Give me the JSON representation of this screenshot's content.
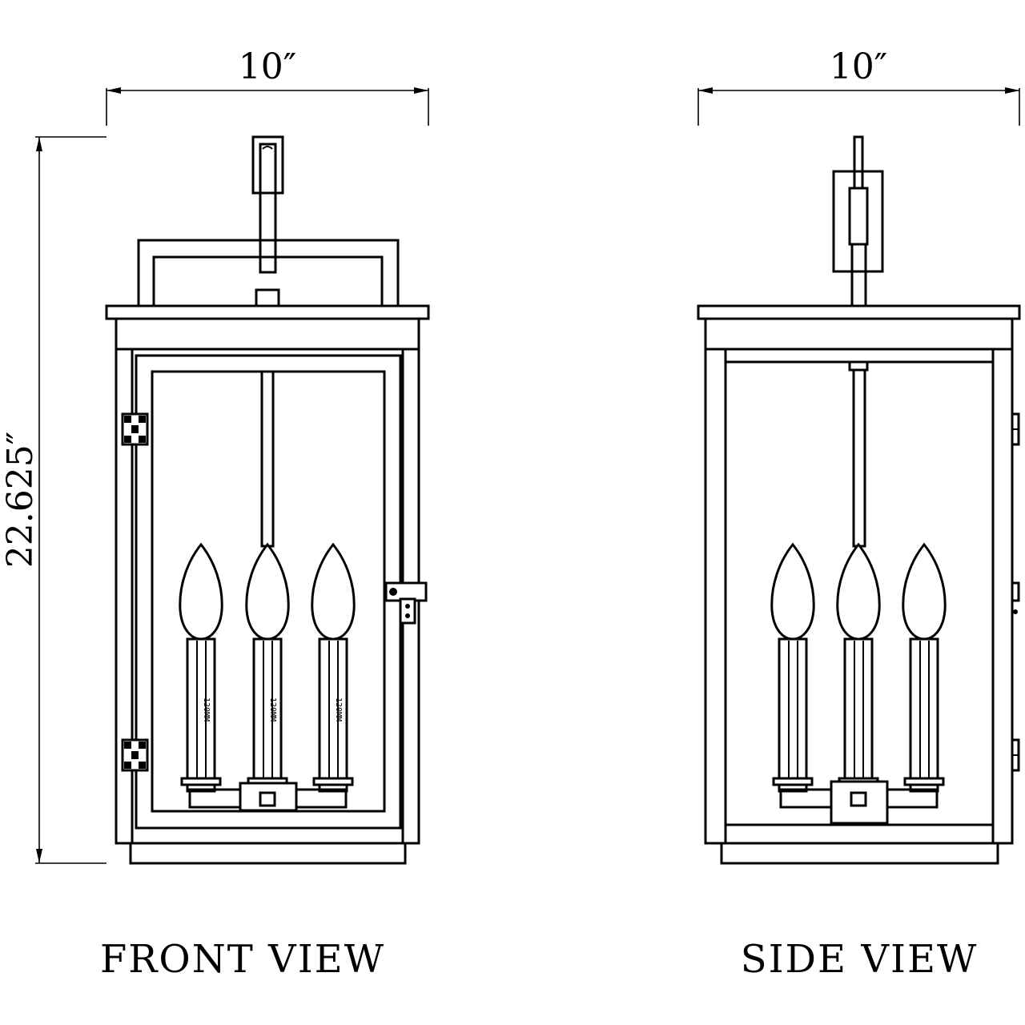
{
  "dimensions": {
    "front_width": "10″",
    "side_width": "10″",
    "height": "22.625″"
  },
  "labels": {
    "front_view": "FRONT VIEW",
    "side_view": "SIDE VIEW",
    "candle_marking": "120MM"
  }
}
